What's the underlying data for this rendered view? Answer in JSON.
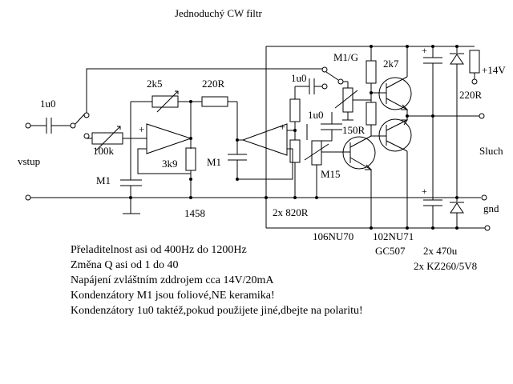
{
  "title": "Jednoduchý CW filtr",
  "labels": {
    "c_in": "1u0",
    "input": "vstup",
    "r_100k": "100k",
    "c_m1_left": "M1",
    "pot_2k5": "2k5",
    "r_220r_top": "220R",
    "r_3k9": "3k9",
    "c_m1_mid": "M1",
    "ic": "1458",
    "c_1u0_a": "1u0",
    "c_1u0_b": "1u0",
    "r_820r": "2x 820R",
    "pot_m15": "M15",
    "switch_m1g": "M1/G",
    "r_2k7": "2k7",
    "r_150r": "150R",
    "r_220r_right": "220R",
    "supply": "+14V",
    "output": "Sluch",
    "ground": "gnd",
    "t_106nu70": "106NU70",
    "t_102nu71": "102NU71",
    "t_gc507": "GC507",
    "c_470u": "2x 470u",
    "zener": "2x KZ260/5V8",
    "plus": "+"
  },
  "notes": [
    "Přeladitelnost asi od 400Hz do 1200Hz",
    "Změna Q asi od 1 do 40",
    "Napájení zvláštním zddrojem cca 14V/20mA",
    "Kondenzátory M1 jsou foliové,NE keramika!",
    "Kondenzátory 1u0 taktéž,pokud použijete jiné,dbejte na polaritu!"
  ]
}
